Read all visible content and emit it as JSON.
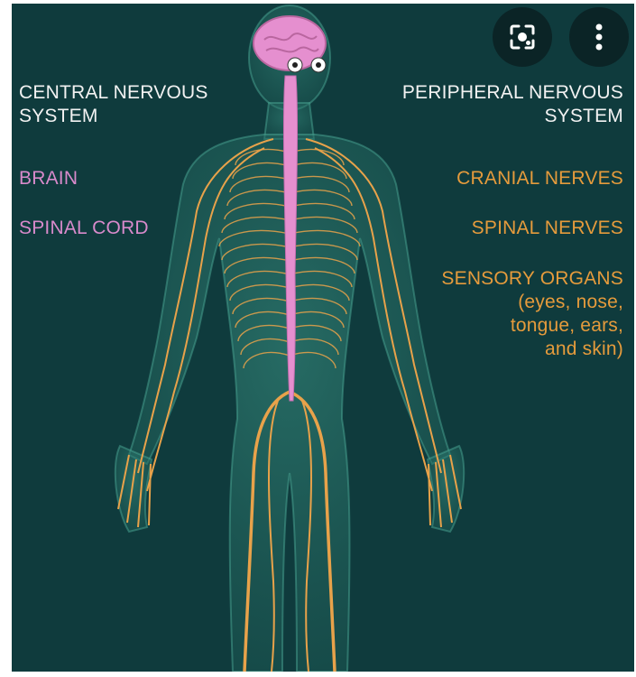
{
  "central": {
    "title": "CENTRAL NERVOUS\nSYSTEM",
    "items": [
      "BRAIN",
      "SPINAL CORD"
    ]
  },
  "peripheral": {
    "title": "PERIPHERAL NERVOUS\nSYSTEM",
    "items": [
      "CRANIAL NERVES",
      "SPINAL NERVES",
      "SENSORY ORGANS\n(eyes, nose,\ntongue, ears,\nand skin)"
    ]
  },
  "toolbar": {
    "lens_icon": "lens-icon",
    "more_icon": "more-vert-icon"
  },
  "colors": {
    "background": "#0f3b3d",
    "body": "#2c7d72",
    "nerves": "#e8a24a",
    "spinal_cord": "#e58fcf",
    "brain": "#e58fcf",
    "central_text": "#f2f2f2",
    "central_items": "#d88acb",
    "peripheral_items": "#e59b3c"
  }
}
